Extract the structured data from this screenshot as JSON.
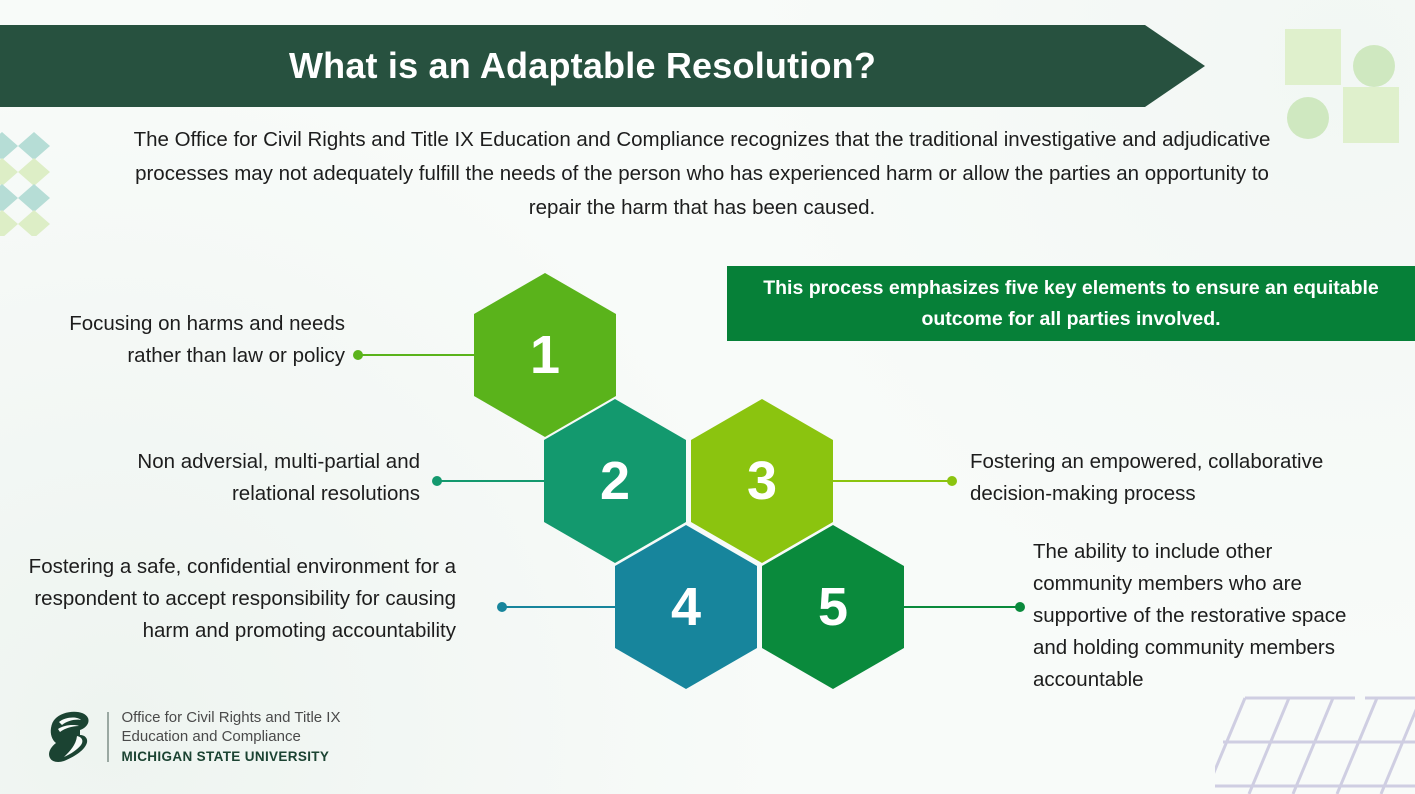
{
  "header": {
    "title": "What is an Adaptable Resolution?"
  },
  "intro": {
    "paragraph": "The Office for Civil Rights and Title IX Education and Compliance recognizes that the traditional investigative and adjudicative processes may not adequately fulfill the needs of the person who has experienced harm or allow the parties an opportunity to repair the harm that has been caused."
  },
  "callout": {
    "text": "This process emphasizes five key elements to ensure an equitable outcome for all parties involved."
  },
  "diagram": {
    "type": "numbered-hexagon-cluster",
    "steps": [
      {
        "number": "1",
        "label": "Focusing on harms and needs rather than law or policy",
        "side": "left",
        "color": "#5ab31b"
      },
      {
        "number": "2",
        "label": "Non adversial, multi-partial and relational resolutions",
        "side": "left",
        "color": "#13996e"
      },
      {
        "number": "3",
        "label": "Fostering an empowered, collaborative decision-making process",
        "side": "right",
        "color": "#8bc40f"
      },
      {
        "number": "4",
        "label": "Fostering a safe, confidential environment for a respondent to accept responsibility for causing harm and promoting accountability",
        "side": "left",
        "color": "#17859c"
      },
      {
        "number": "5",
        "label": "The ability to include other community members who are supportive of the restorative space and holding community members accountable",
        "side": "right",
        "color": "#0a8a3c"
      }
    ]
  },
  "footer": {
    "office_line1": "Office for Civil Rights and Title IX",
    "office_line2": "Education and Compliance",
    "university": "MICHIGAN STATE UNIVERSITY"
  },
  "theme": {
    "banner_green": "#27513f",
    "callout_green": "#068038",
    "page_bg": "#f8fbf9",
    "body_text": "#1d1d1d",
    "decor_square": "#dff0cc",
    "decor_circle": "#cfe8c0",
    "lattice": "#c9c7de",
    "wave_teal": "#b6ddd6",
    "wave_green": "#ddeec6"
  }
}
